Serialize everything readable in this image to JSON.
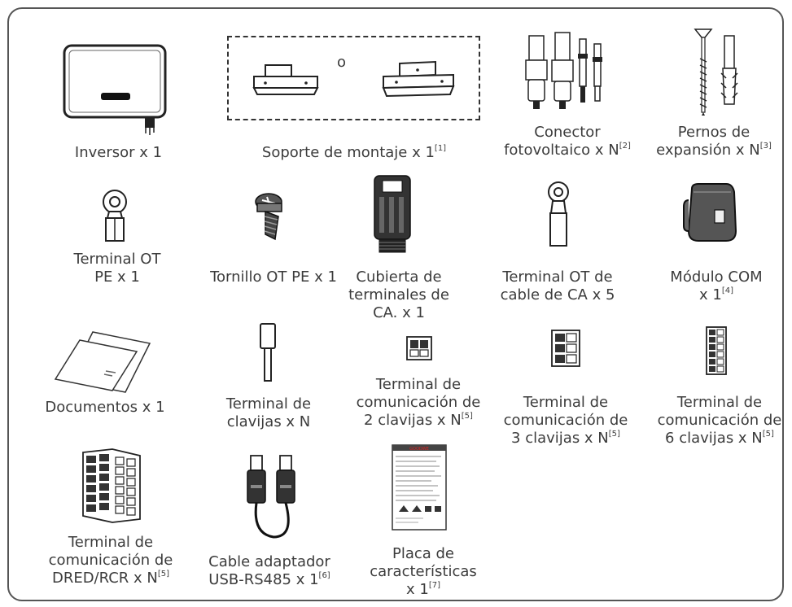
{
  "items": [
    {
      "label": "Inversor x 1"
    },
    {
      "label": "Soporte de montaje x 1",
      "note": "[1]",
      "separator": "o"
    },
    {
      "label": "Conector",
      "line2": "fotovoltaico x N",
      "note": "[2]"
    },
    {
      "label": "Pernos de",
      "line2": "expansión x N",
      "note": "[3]"
    },
    {
      "label": "Terminal OT",
      "line2": "PE x 1"
    },
    {
      "label": "Tornillo OT PE x 1"
    },
    {
      "label": "Cubierta de",
      "line2": "terminales de",
      "line3": "CA. x 1"
    },
    {
      "label": "Terminal OT de",
      "line2": "cable de CA x 5"
    },
    {
      "label": "Módulo COM",
      "line2": "x 1",
      "note": "[4]"
    },
    {
      "label": "Documentos x 1"
    },
    {
      "label": "Terminal de",
      "line2": "clavijas x N"
    },
    {
      "label": "Terminal de",
      "line2": "comunicación de",
      "line3": "2 clavijas x N",
      "note": "[5]"
    },
    {
      "label": "Terminal de",
      "line2": "comunicación de",
      "line3": "3 clavijas x N",
      "note": "[5]"
    },
    {
      "label": "Terminal de",
      "line2": "comunicación de",
      "line3": "6 clavijas x N",
      "note": "[5]"
    },
    {
      "label": "Terminal de",
      "line2": "comunicación de",
      "line3": "DRED/RCR x N",
      "note": "[5]"
    },
    {
      "label": "Cable adaptador",
      "line2": "USB-RS485 x 1",
      "note": "[6]"
    },
    {
      "label": "Placa de",
      "line2": "características",
      "line3": "x 1",
      "note": "[7]"
    }
  ],
  "nameplate_brand": "GOODWE"
}
